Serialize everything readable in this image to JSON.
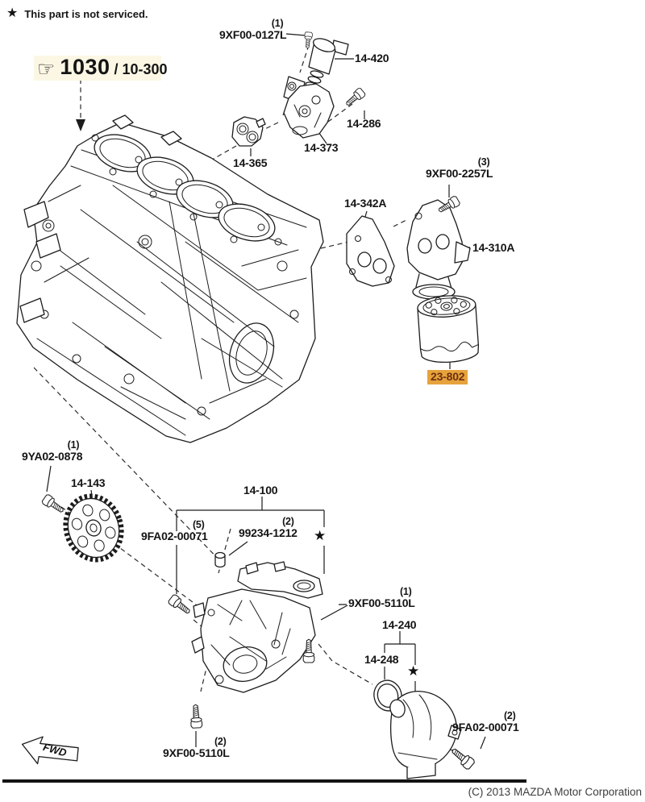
{
  "note": {
    "star": "★",
    "text": "This part is not serviced."
  },
  "ref": {
    "icon": "☞",
    "code": "1030",
    "sub": "/ 10-300"
  },
  "copyright": "(C) 2013 MAZDA Motor Corporation",
  "fwd_label": "FWD",
  "stars": {
    "bracket_14_100": "★",
    "pickup_14_240": "★"
  },
  "highlight": {
    "bg": "#E6A33C",
    "fg": "#6E2F0E"
  },
  "callouts": [
    {
      "id": "9XF00-0127L",
      "qty": "(1)",
      "code": "9XF00-0127L"
    },
    {
      "id": "14-420",
      "code": "14-420"
    },
    {
      "id": "14-286",
      "code": "14-286"
    },
    {
      "id": "14-373",
      "code": "14-373"
    },
    {
      "id": "14-365",
      "code": "14-365"
    },
    {
      "id": "14-342A",
      "code": "14-342A"
    },
    {
      "id": "9XF00-2257L",
      "qty": "(3)",
      "code": "9XF00-2257L"
    },
    {
      "id": "14-310A",
      "code": "14-310A"
    },
    {
      "id": "23-802",
      "code": "23-802",
      "highlighted": true
    },
    {
      "id": "9YA02-0878",
      "qty": "(1)",
      "code": "9YA02-0878"
    },
    {
      "id": "14-143",
      "code": "14-143"
    },
    {
      "id": "14-100",
      "code": "14-100"
    },
    {
      "id": "9FA02-00071-5",
      "qty": "(5)",
      "code": "9FA02-00071"
    },
    {
      "id": "99234-1212",
      "qty": "(2)",
      "code": "99234-1212"
    },
    {
      "id": "9XF00-5110L-1",
      "qty": "(1)",
      "code": "9XF00-5110L"
    },
    {
      "id": "14-240",
      "code": "14-240"
    },
    {
      "id": "14-248",
      "code": "14-248"
    },
    {
      "id": "9FA02-00071-2",
      "qty": "(2)",
      "code": "9FA02-00071"
    },
    {
      "id": "9XF00-5110L-2",
      "qty": "(2)",
      "code": "9XF00-5110L"
    }
  ]
}
